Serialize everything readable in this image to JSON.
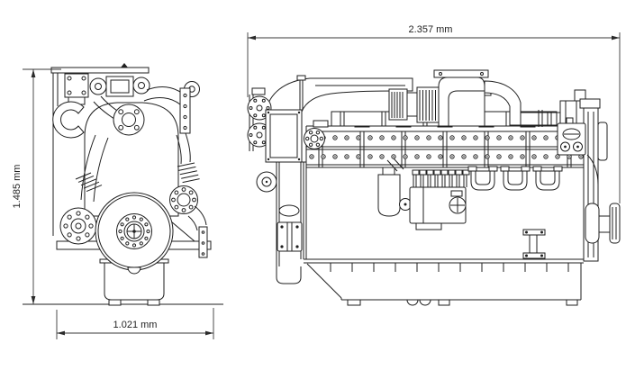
{
  "diagram": {
    "title": "engine-outline-drawing-two-views",
    "dims": {
      "top": "2.357 mm",
      "left": "1.485 mm",
      "bottom": "1.021 mm"
    },
    "line_color": "#1f1f1f",
    "background": "#ffffff"
  }
}
